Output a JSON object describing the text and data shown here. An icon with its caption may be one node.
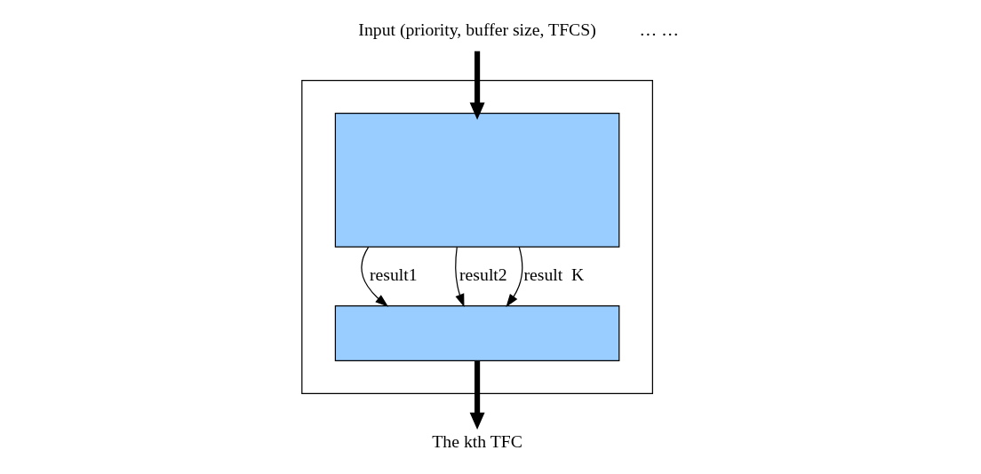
{
  "diagram": {
    "nodes": [
      {
        "text": [],
        "shape": "box"
      },
      {
        "text": [],
        "shape": "box",
        "in": 0
      },
      {
        "text": [],
        "shape": "box",
        "in": 0
      },
      {
        "text": [
          "Input (priority, buffer size, TFCS)"
        ]
      },
      {
        "text": [
          "The kth TFC"
        ]
      }
    ],
    "edges": [
      {
        "from": 3,
        "to": 1,
        "arrow": "to",
        "style": "thick"
      },
      {
        "from": 1,
        "to": 2,
        "arrow": "to",
        "label": "result1"
      },
      {
        "from": 1,
        "to": 2,
        "arrow": "to",
        "label": "result2"
      },
      {
        "from": 1,
        "to": 2,
        "arrow": "to",
        "label": "result  K"
      },
      {
        "from": 2,
        "to": 4,
        "arrow": "to",
        "style": "thick"
      }
    ],
    "labels": [
      "… …"
    ]
  }
}
